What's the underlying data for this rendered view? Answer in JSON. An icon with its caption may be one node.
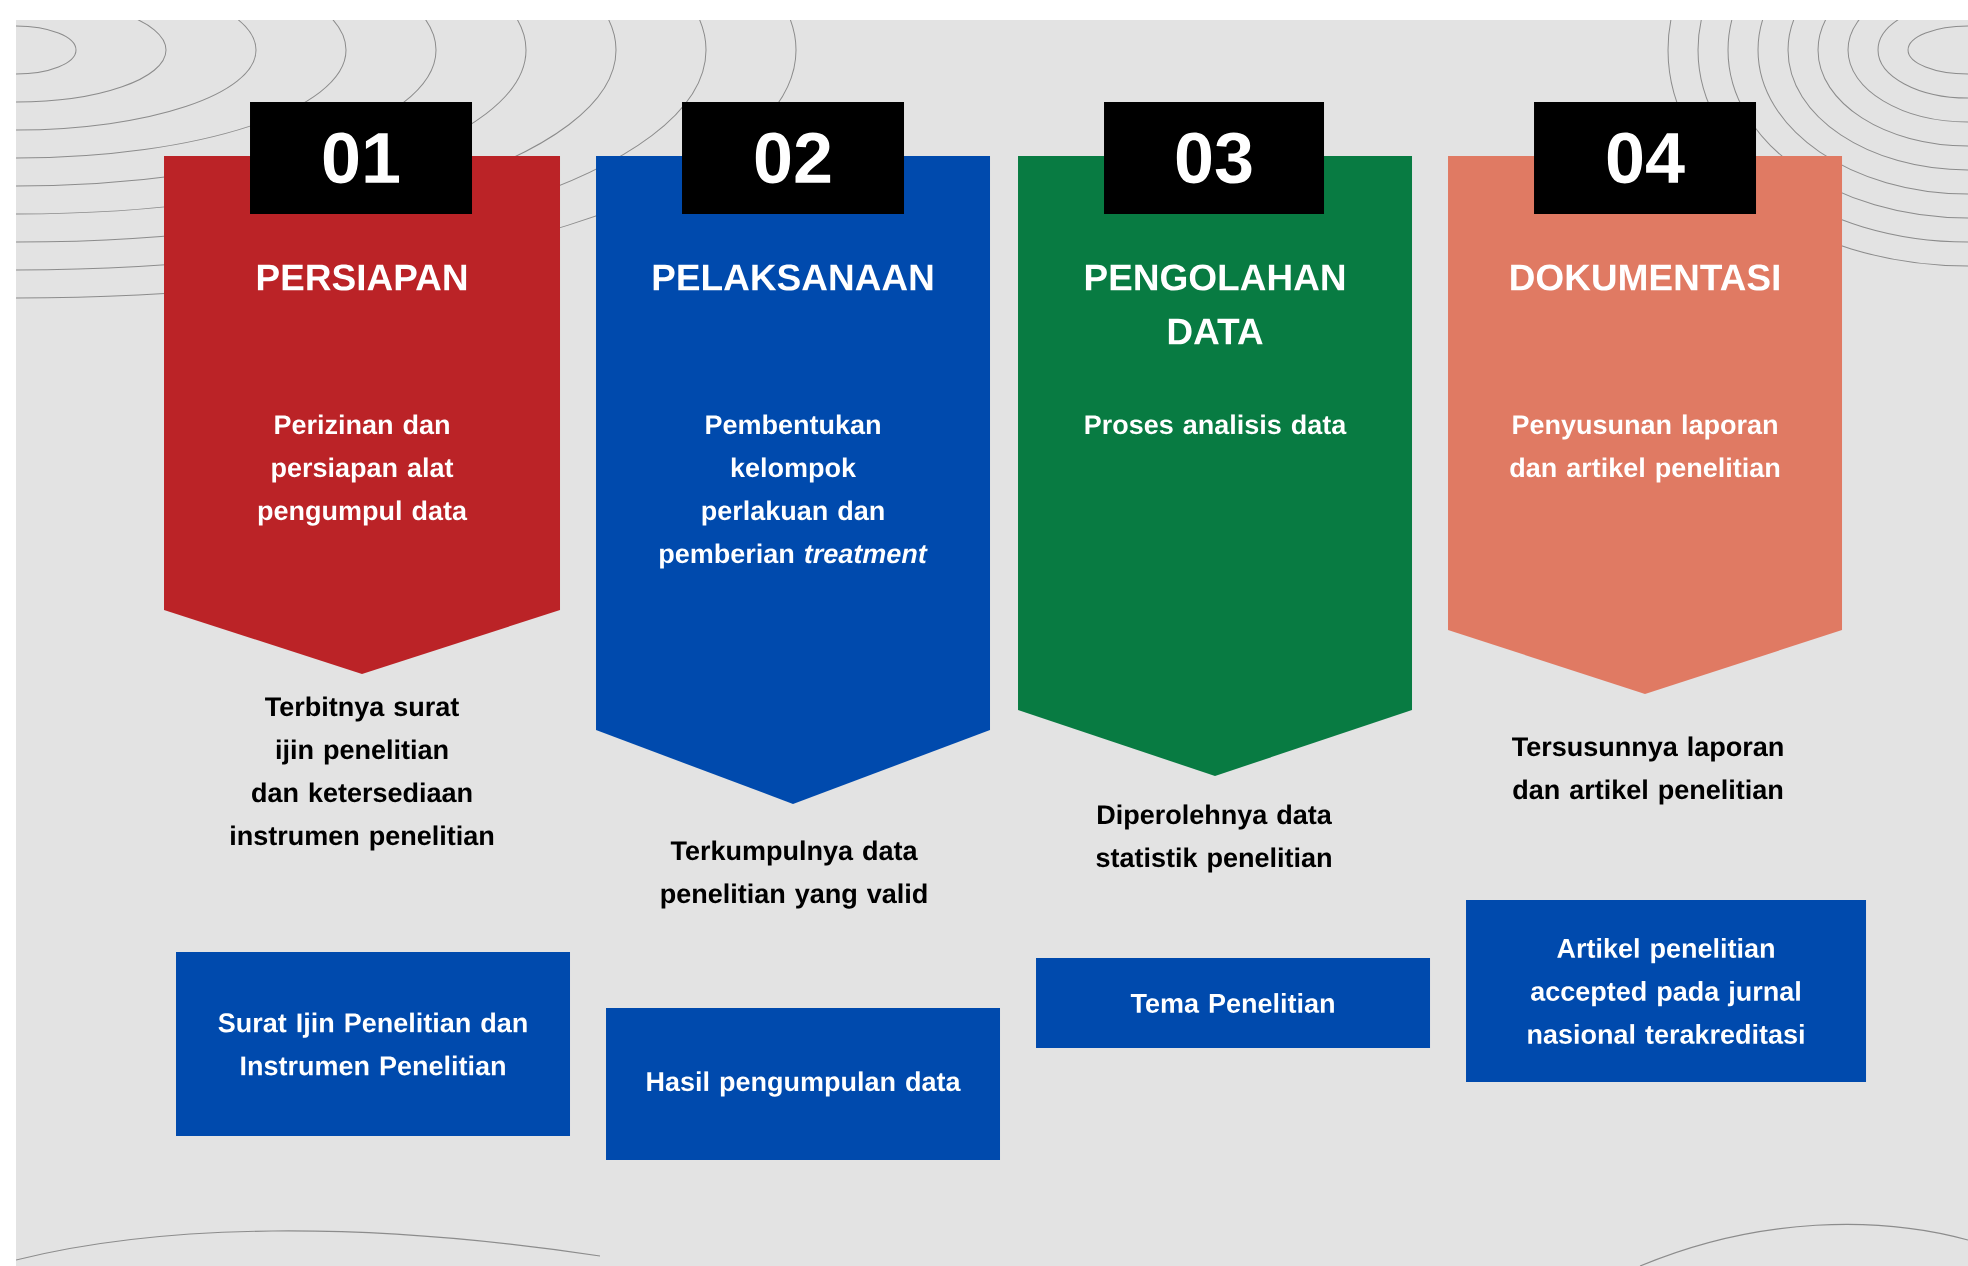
{
  "diagram": {
    "nodes": [
      {
        "text": [
          "01",
          "PERSIAPAN",
          "Perizinan dan persiapan alat pengumpul data"
        ]
      },
      {
        "text": [
          "02",
          "PELAKSANAAN",
          "Pembentukan kelompok perlakuan dan pemberian *treatment*"
        ]
      },
      {
        "text": [
          "03",
          "PENGOLAHAN DATA",
          "Proses analisis data"
        ]
      },
      {
        "text": [
          "04",
          "DOKUMENTASI",
          "Penyusunan laporan dan artikel penelitian"
        ]
      },
      {
        "text": [
          "Surat Ijin Penelitian dan Instrumen Penelitian"
        ]
      },
      {
        "text": [
          "Hasil pengumpulan data"
        ]
      },
      {
        "text": [
          "Tema Penelitian"
        ]
      },
      {
        "text": [
          "Artikel penelitian accepted pada jurnal nasional terakreditasi"
        ]
      }
    ],
    "labels": [
      "Terbitnya surat ijin penelitian dan ketersediaan instrumen penelitian",
      "Terkumpulnya data penelitian yang valid",
      "Diperolehnya data statistik penelitian",
      "Tersusunnya laporan dan artikel penelitian"
    ]
  }
}
